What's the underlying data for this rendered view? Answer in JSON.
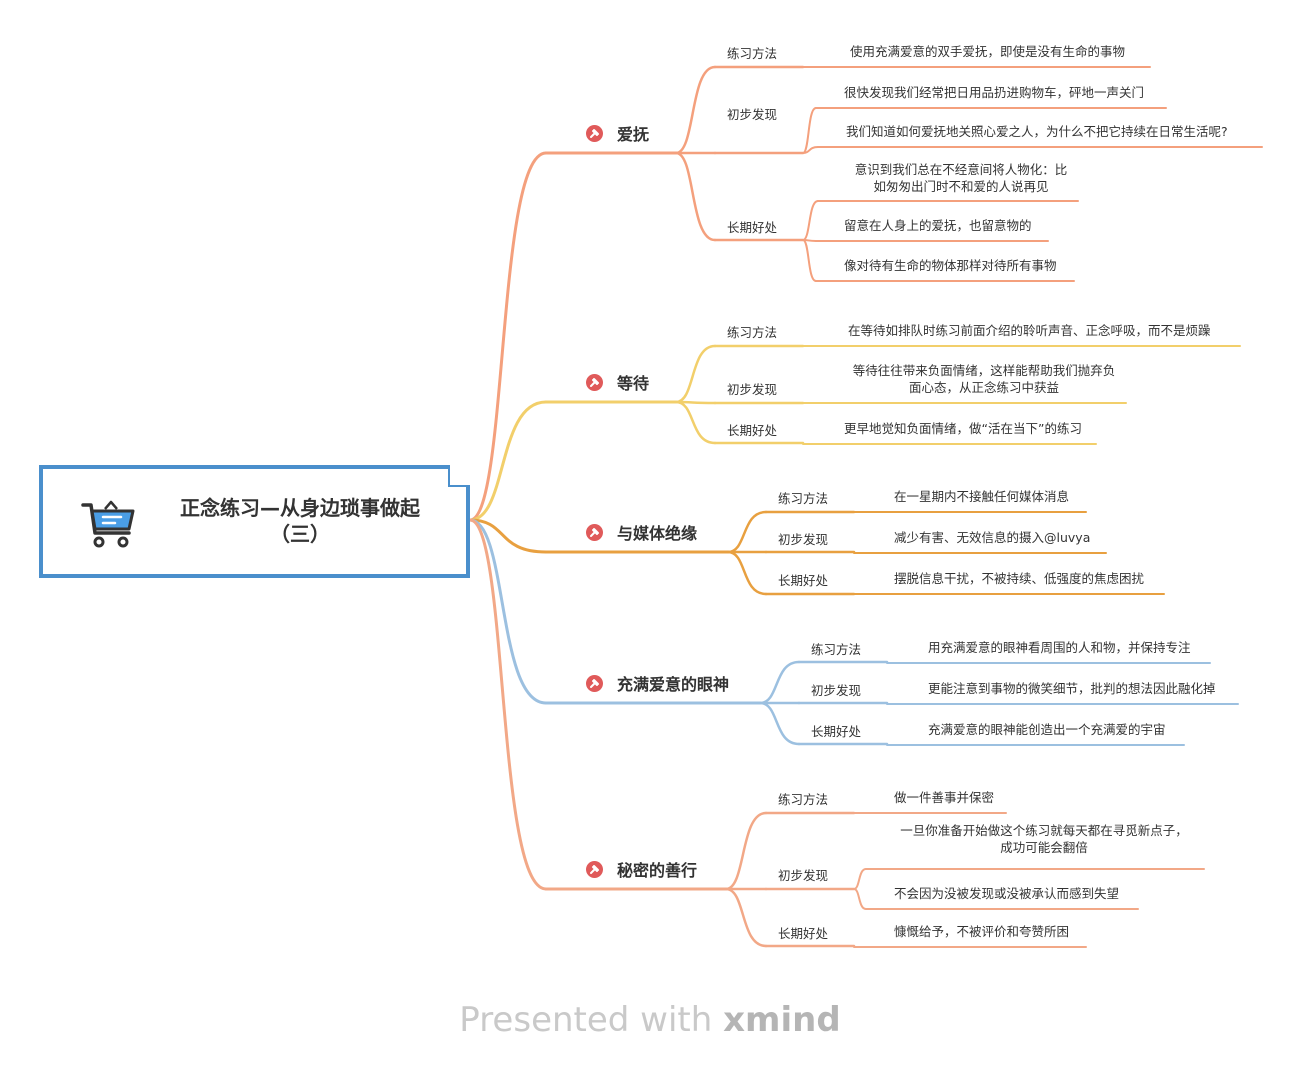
{
  "root": {
    "title_line1": "正念练习—从身边琐事做起",
    "title_line2": "（三）",
    "icon": "shopping-cart-icon"
  },
  "colors": {
    "orange": "#f4a07d",
    "yellow": "#f2cf6b",
    "amber": "#e8a040",
    "blue": "#9cc0e0",
    "salmon": "#f2a887",
    "pin": "#e05a5a",
    "root_border": "#4a8fcc"
  },
  "branches": [
    {
      "title": "爱抚",
      "groups": [
        {
          "label": "练习方法",
          "leaves": [
            "使用充满爱意的双手爱抚，即使是没有生命的事物"
          ]
        },
        {
          "label": "初步发现",
          "leaves": [
            "很快发现我们经常把日用品扔进购物车，砰地一声关门",
            "我们知道如何爱抚地关照心爱之人，为什么不把它持续在日常生活呢?"
          ]
        },
        {
          "label": "长期好处",
          "leaves": [
            "意识到我们总在不经意间将人物化：比\n如匆匆出门时不和爱的人说再见",
            "留意在人身上的爱抚，也留意物的",
            "像对待有生命的物体那样对待所有事物"
          ]
        }
      ]
    },
    {
      "title": "等待",
      "groups": [
        {
          "label": "练习方法",
          "leaves": [
            "在等待如排队时练习前面介绍的聆听声音、正念呼吸，而不是烦躁"
          ]
        },
        {
          "label": "初步发现",
          "leaves": [
            "等待往往带来负面情绪，这样能帮助我们抛弃负\n面心态，从正念练习中获益"
          ]
        },
        {
          "label": "长期好处",
          "leaves": [
            "更早地觉知负面情绪，做“活在当下”的练习"
          ]
        }
      ]
    },
    {
      "title": "与媒体绝缘",
      "groups": [
        {
          "label": "练习方法",
          "leaves": [
            "在一星期内不接触任何媒体消息"
          ]
        },
        {
          "label": "初步发现",
          "leaves": [
            "减少有害、无效信息的摄入@luvya"
          ]
        },
        {
          "label": "长期好处",
          "leaves": [
            "摆脱信息干扰，不被持续、低强度的焦虑困扰"
          ]
        }
      ]
    },
    {
      "title": "充满爱意的眼神",
      "groups": [
        {
          "label": "练习方法",
          "leaves": [
            "用充满爱意的眼神看周围的人和物，并保持专注"
          ]
        },
        {
          "label": "初步发现",
          "leaves": [
            "更能注意到事物的微笑细节，批判的想法因此融化掉"
          ]
        },
        {
          "label": "长期好处",
          "leaves": [
            "充满爱意的眼神能创造出一个充满爱的宇宙"
          ]
        }
      ]
    },
    {
      "title": "秘密的善行",
      "groups": [
        {
          "label": "练习方法",
          "leaves": [
            "做一件善事并保密"
          ]
        },
        {
          "label": "初步发现",
          "leaves": [
            "一旦你准备开始做这个练习就每天都在寻觅新点子，\n成功可能会翻倍",
            "不会因为没被发现或没被承认而感到失望"
          ]
        },
        {
          "label": "长期好处",
          "leaves": [
            "慷慨给予，不被评价和夸赞所困"
          ]
        }
      ]
    }
  ],
  "footer": {
    "prefix": "Presented with ",
    "brand": "xmind"
  }
}
